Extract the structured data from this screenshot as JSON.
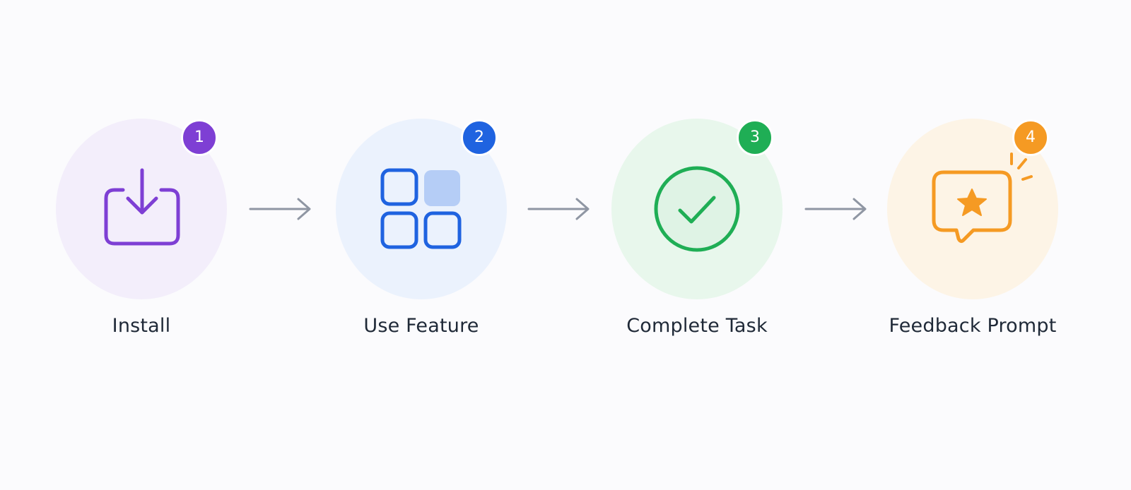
{
  "steps": [
    {
      "number": "1",
      "label": "Install",
      "icon": "download-icon",
      "accent": "#7e3fd4",
      "bg": "#f3eefb"
    },
    {
      "number": "2",
      "label": "Use Feature",
      "icon": "grid-icon",
      "accent": "#1f63e0",
      "bg": "#ebf2fd"
    },
    {
      "number": "3",
      "label": "Complete Task",
      "icon": "check-circle-icon",
      "accent": "#1fae55",
      "bg": "#e8f7ec"
    },
    {
      "number": "4",
      "label": "Feedback Prompt",
      "icon": "star-speech-bubble-icon",
      "accent": "#f59a23",
      "bg": "#fdf4e6"
    }
  ],
  "connector_color": "#8f96a3"
}
